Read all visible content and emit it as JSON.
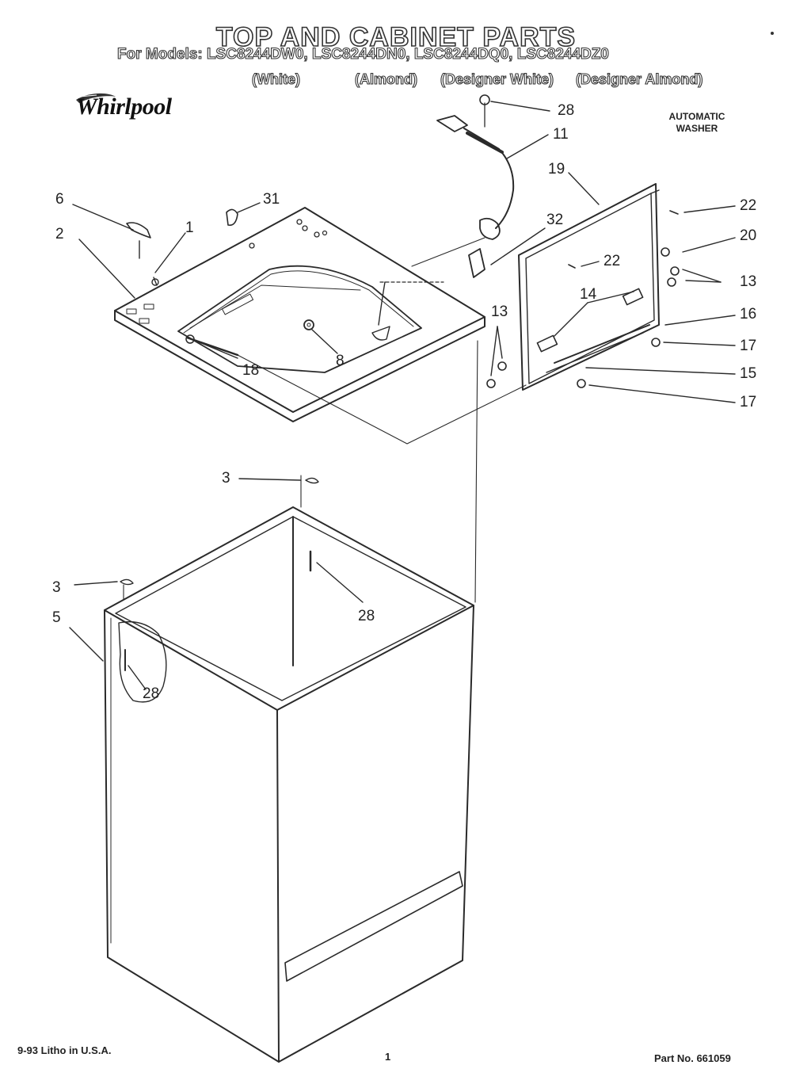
{
  "header": {
    "title": "TOP AND CABINET PARTS",
    "models_line": "For Models: LSC8244DW0, LSC8244DN0, LSC8244DQ0, LSC8244DZ0",
    "color_white": "(White)",
    "color_almond": "(Almond)",
    "color_designer_white": "(Designer White)",
    "color_designer_almond": "(Designer Almond)"
  },
  "brand": {
    "name": "Whirlpool",
    "product_line1": "AUTOMATIC",
    "product_line2": "WASHER"
  },
  "callouts": {
    "c28_top": "28",
    "c11": "11",
    "c19": "19",
    "c22_right": "22",
    "c20": "20",
    "c13_right": "13",
    "c16": "16",
    "c17_a": "17",
    "c15": "15",
    "c17_b": "17",
    "c22_mid": "22",
    "c14": "14",
    "c13_left": "13",
    "c32": "32",
    "c31": "31",
    "c6": "6",
    "c1": "1",
    "c2": "2",
    "c18": "18",
    "c8": "8",
    "c3_upper": "3",
    "c28_mid": "28",
    "c3_lower": "3",
    "c5": "5",
    "c28_low": "28"
  },
  "footer": {
    "litho": "9-93 Litho in U.S.A.",
    "page": "1",
    "part_no": "Part No. 661059"
  }
}
